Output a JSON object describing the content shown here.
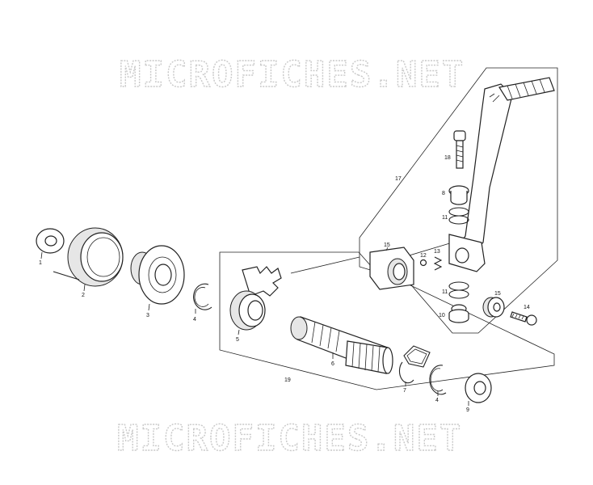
{
  "watermark": "MICROFICHES.NET",
  "callouts": {
    "c1": "1",
    "c2": "2",
    "c3": "3",
    "c4a": "4",
    "c4b": "4",
    "c5": "5",
    "c6": "6",
    "c7": "7",
    "c8": "8",
    "c9": "9",
    "c10": "10",
    "c11a": "11",
    "c11b": "11",
    "c12": "12",
    "c13": "13",
    "c14": "14",
    "c15a": "15",
    "c15b": "15",
    "c17": "17",
    "c18": "18",
    "c19": "19"
  },
  "colors": {
    "line": "#222222",
    "watermark": "#c9c9c9",
    "fill": "#e6e6e6"
  }
}
